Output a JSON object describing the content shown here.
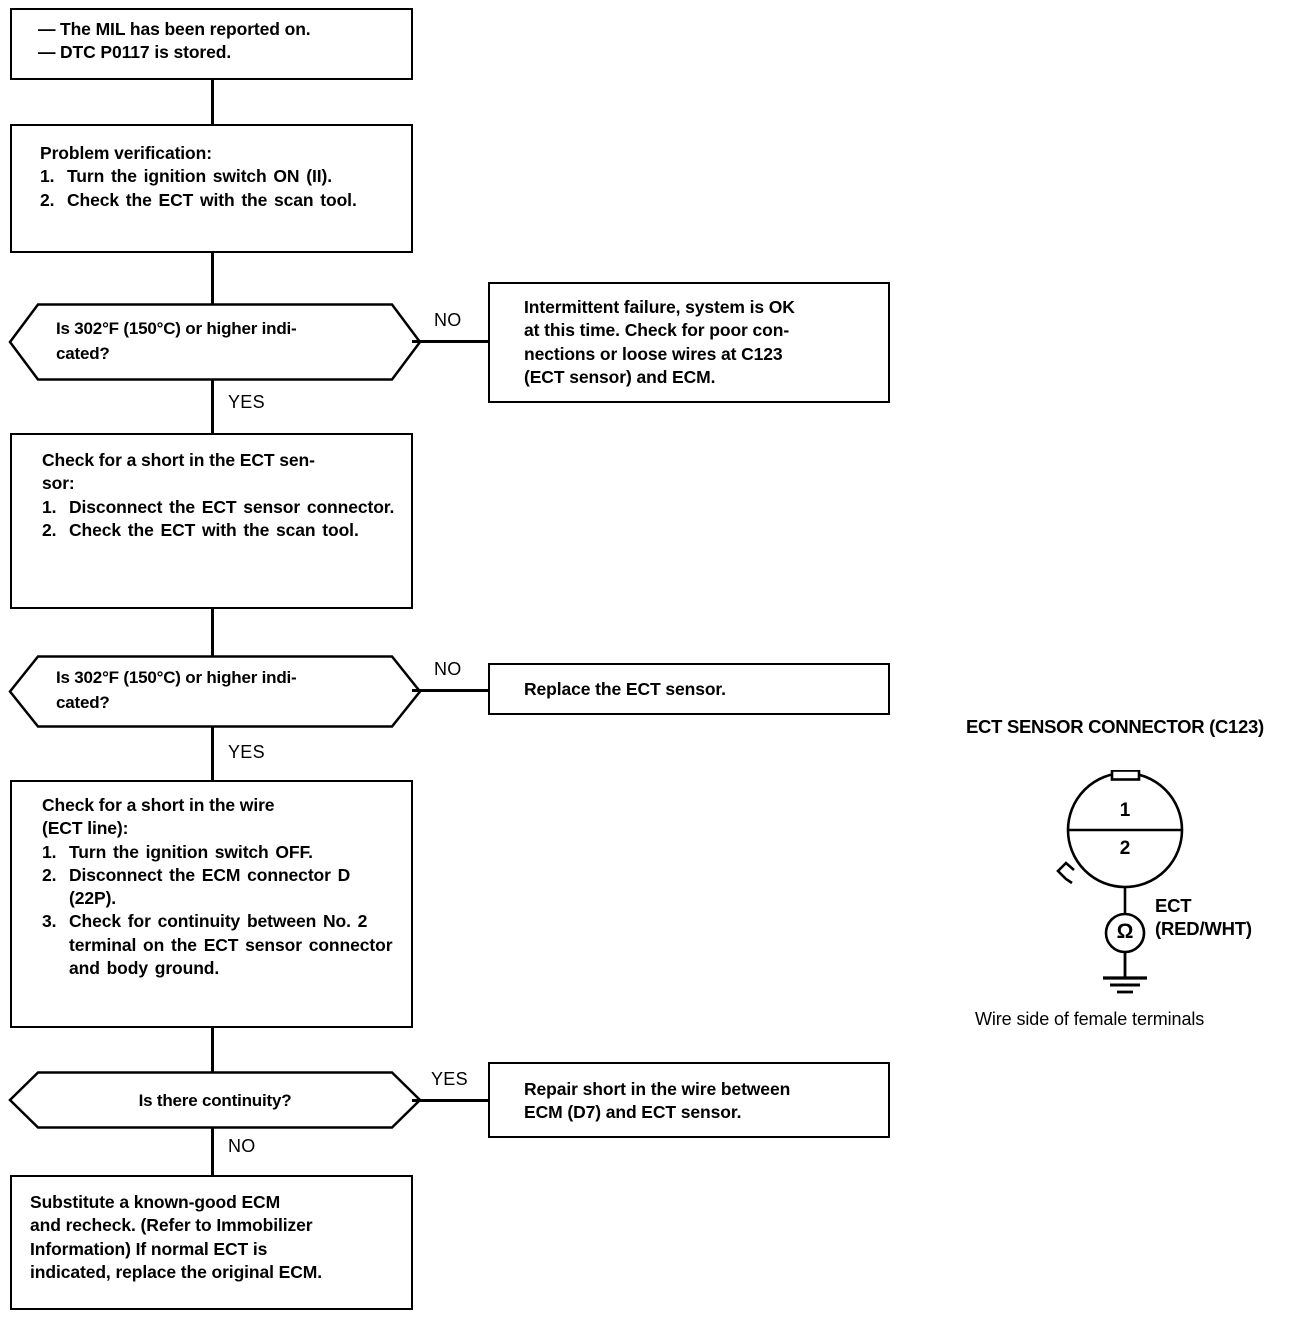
{
  "flowchart": {
    "symptom_box": {
      "lines": [
        "The MIL has been reported on.",
        "DTC P0117 is stored."
      ],
      "bullet": "—"
    },
    "problem_verification": {
      "heading": "Problem verification:",
      "steps": [
        {
          "num": "1.",
          "text": "Turn the ignition switch ON (II)."
        },
        {
          "num": "2.",
          "text": "Check the ECT with the scan tool."
        }
      ]
    },
    "decision_1": {
      "question": "Is 302°F (150°C) or higher indi-cated?",
      "line1": "Is 302°F (150°C) or higher indi-",
      "line2": "cated?",
      "no_label": "NO",
      "yes_label": "YES"
    },
    "intermittent_box": {
      "text": "Intermittent failure, system is OK at this time. Check for poor connections or loose wires at C123 (ECT sensor) and ECM.",
      "lines": [
        "Intermittent failure, system is OK",
        "at this time. Check for poor con-",
        "nections or loose wires at C123",
        "(ECT sensor) and ECM."
      ]
    },
    "check_short_sensor": {
      "heading_line1": "Check for a short in the ECT sen-",
      "heading_line2": "sor:",
      "steps": [
        {
          "num": "1.",
          "text": "Disconnect the ECT sensor connector."
        },
        {
          "num": "2.",
          "text": "Check the ECT with the scan tool."
        }
      ]
    },
    "decision_2": {
      "line1": "Is 302°F (150°C) or higher indi-",
      "line2": "cated?",
      "no_label": "NO",
      "yes_label": "YES"
    },
    "replace_sensor_box": {
      "text": "Replace the ECT sensor."
    },
    "check_short_wire": {
      "heading_line1": "Check for a short in the wire",
      "heading_line2": "(ECT line):",
      "steps": [
        {
          "num": "1.",
          "text": "Turn the ignition switch OFF."
        },
        {
          "num": "2.",
          "text": "Disconnect the ECM connector D (22P)."
        },
        {
          "num": "3.",
          "text": "Check for continuity between No. 2 terminal on the ECT sensor connector and body ground."
        }
      ]
    },
    "decision_3": {
      "question": "Is there continuity?",
      "yes_label": "YES",
      "no_label": "NO"
    },
    "repair_short_box": {
      "lines": [
        "Repair short in the wire between",
        "ECM (D7) and ECT sensor."
      ]
    },
    "substitute_ecm_box": {
      "lines": [
        "Substitute a known-good ECM",
        "and recheck. (Refer to Immobilizer",
        "Information) If normal ECT is",
        "indicated, replace the original ECM."
      ]
    }
  },
  "connector_diagram": {
    "title": "ECT SENSOR CONNECTOR (C123)",
    "pin_top": "1",
    "pin_bottom": "2",
    "wire_label_line1": "ECT",
    "wire_label_line2": "(RED/WHT)",
    "ohm_symbol": "Ω",
    "caption": "Wire side of female terminals"
  },
  "colors": {
    "ink": "#000000",
    "paper": "#ffffff"
  }
}
